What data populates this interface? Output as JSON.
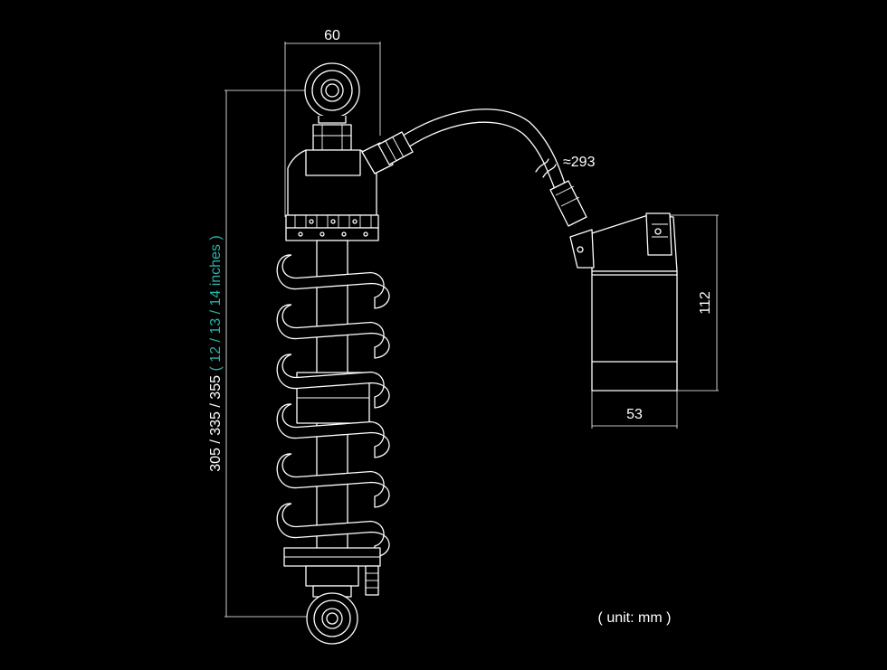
{
  "diagram": {
    "background": "#000000",
    "line_color": "#ffffff",
    "accent_color": "#2ab3a8",
    "dimensions": {
      "top_width": "60",
      "hose_length": "≈293",
      "reservoir_height": "112",
      "reservoir_width": "53",
      "length_mm": "305 / 335 / 355",
      "length_inches": "( 12 / 13 / 14 inches )"
    },
    "unit_note": "( unit: mm )"
  }
}
